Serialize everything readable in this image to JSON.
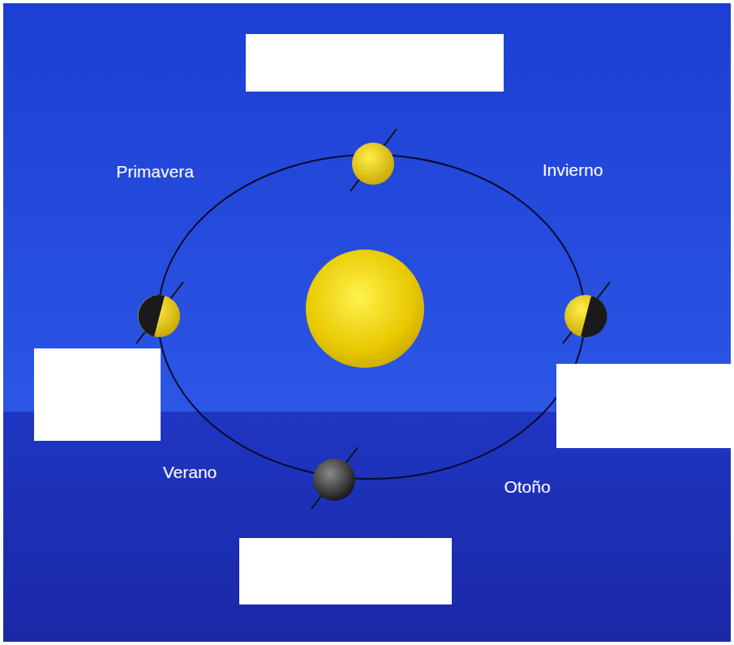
{
  "diagram": {
    "labels": [
      "Primavera",
      "Invierno",
      "Verano",
      "Otoño"
    ]
  }
}
